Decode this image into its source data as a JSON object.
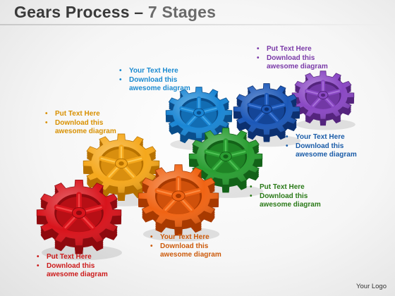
{
  "title": {
    "main": "Gears Process",
    "dash": " – ",
    "sub": "7 Stages"
  },
  "logo": "Your Logo",
  "stages": [
    {
      "color": "#d8141c",
      "dark": "#8e0a0f",
      "light": "#ff5a5a",
      "lines": [
        "Put Text Here",
        "Download this",
        "awesome diagram"
      ]
    },
    {
      "color": "#f5a81c",
      "dark": "#b77200",
      "light": "#ffd66a",
      "lines": [
        "Put Text Here",
        "Download this",
        "awesome diagram"
      ]
    },
    {
      "color": "#f06414",
      "dark": "#a83a00",
      "light": "#ff9a52",
      "lines": [
        "Your Text Here",
        "Download this",
        "awesome diagram"
      ]
    },
    {
      "color": "#1a86d4",
      "dark": "#0a4f8c",
      "light": "#58b8f2",
      "lines": [
        "Your Text Here",
        "Download this",
        "awesome diagram"
      ]
    },
    {
      "color": "#2a9e32",
      "dark": "#136218",
      "light": "#5ed062",
      "lines": [
        "Put Text Here",
        "Download this",
        "awesome diagram"
      ]
    },
    {
      "color": "#1c58b8",
      "dark": "#0c3070",
      "light": "#5a8ee8",
      "lines": [
        "Your Text Here",
        "Download this",
        "awesome diagram"
      ]
    },
    {
      "color": "#8a48c4",
      "dark": "#55247e",
      "light": "#b888e6",
      "lines": [
        "Put Text Here",
        "Download this",
        "awesome diagram"
      ]
    }
  ],
  "text_colors": {
    "red": "#cc1a1a",
    "yellow": "#d89000",
    "orange": "#cc5a0a",
    "cyan": "#1a8ad0",
    "green": "#2a7a18",
    "blue": "#1a5ca8",
    "purple": "#7a3aa8"
  }
}
